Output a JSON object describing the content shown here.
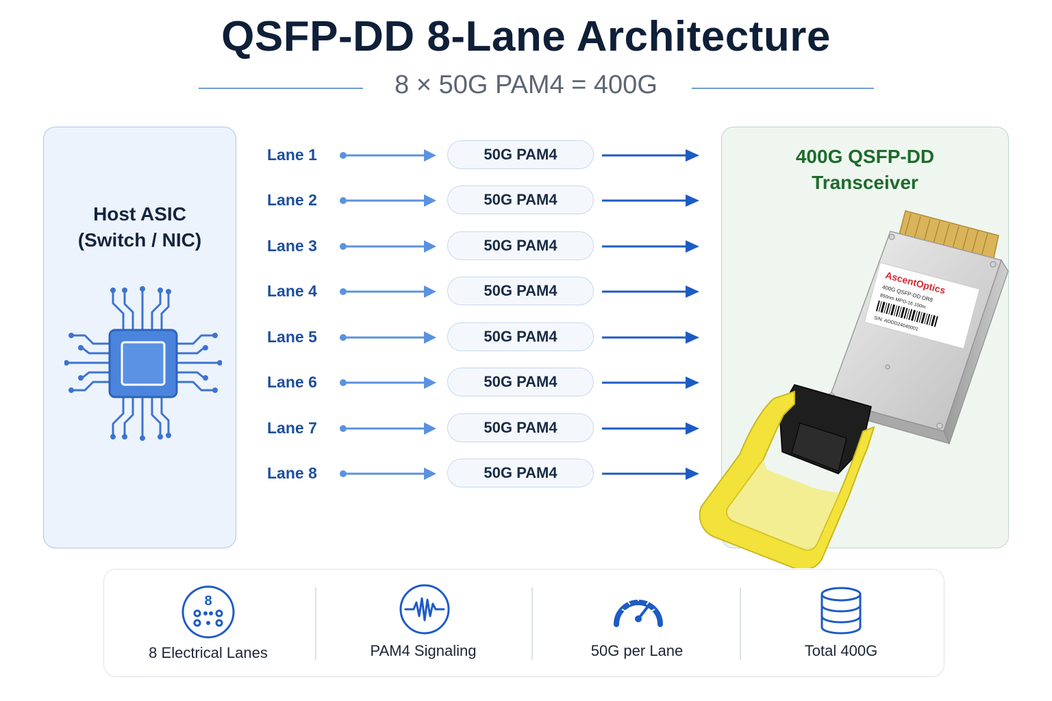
{
  "title": "QSFP-DD 8-Lane Architecture",
  "subtitle": "8 × 50G PAM4 = 400G",
  "host": {
    "title_line1": "Host ASIC",
    "title_line2": "(Switch / NIC)"
  },
  "transceiver": {
    "title_line1": "400G QSFP-DD",
    "title_line2": "Transceiver",
    "label_brand": "AscentOptics",
    "label_model": "400G QSFP-DD DR8",
    "label_spec": "850nm MPO-16 100m",
    "label_serial": "S/N: AODD24040001"
  },
  "lanes": [
    {
      "label": "Lane 1",
      "signal": "50G PAM4"
    },
    {
      "label": "Lane 2",
      "signal": "50G PAM4"
    },
    {
      "label": "Lane 3",
      "signal": "50G PAM4"
    },
    {
      "label": "Lane 4",
      "signal": "50G PAM4"
    },
    {
      "label": "Lane 5",
      "signal": "50G PAM4"
    },
    {
      "label": "Lane 6",
      "signal": "50G PAM4"
    },
    {
      "label": "Lane 7",
      "signal": "50G PAM4"
    },
    {
      "label": "Lane 8",
      "signal": "50G PAM4"
    }
  ],
  "features": [
    {
      "label": "8 Electrical Lanes",
      "icon": "eight-lanes-icon",
      "icon_text": "8"
    },
    {
      "label": "PAM4 Signaling",
      "icon": "waveform-icon"
    },
    {
      "label": "50G per Lane",
      "icon": "speedometer-icon"
    },
    {
      "label": "Total 400G",
      "icon": "database-stack-icon"
    }
  ],
  "colors": {
    "accent_blue": "#1d5bc4",
    "transceiver_green": "#1e6b2d",
    "latch_yellow": "#f2e23a"
  }
}
